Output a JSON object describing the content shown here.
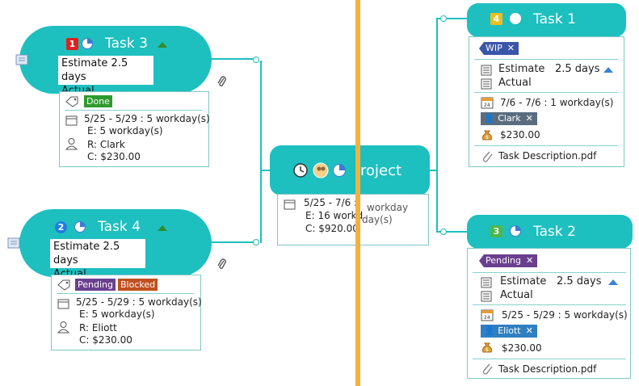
{
  "central": {
    "title": "roject",
    "dates": "5/25 - 7/6 :",
    "estimate": "E: 16 workd",
    "cost": "C: $920.00",
    "behind_1": "workday",
    "behind_2": "day(s)"
  },
  "task3": {
    "badge": "1",
    "badge_color": "#e02020",
    "title": "Task 3",
    "estimate": "Estimate  2.5 days",
    "actual": "Actual",
    "tags": [
      "Done"
    ],
    "dates": "5/25 - 5/29 : 5 workday(s)",
    "effort": "E: 5 workday(s)",
    "resource": "R: Clark",
    "cost": "C: $230.00"
  },
  "task4": {
    "badge": "2",
    "badge_color": "#1e7ee0",
    "title": "Task 4",
    "estimate": "Estimate  2.5 days",
    "actual": "Actual",
    "tags": [
      "Pending",
      "Blocked"
    ],
    "dates": "5/25 - 5/29 : 5 workday(s)",
    "effort": "E: 5 workday(s)",
    "resource": "R: Eliott",
    "cost": "C: $230.00"
  },
  "task1": {
    "badge": "4",
    "badge_color": "#e8c020",
    "title": "Task 1",
    "tag": "WIP",
    "estimate_label": "Estimate",
    "estimate_value": "2.5 days",
    "actual": "Actual",
    "dates": "7/6 - 7/6 : 1 workday(s)",
    "resource": "Clark",
    "cost": "$230.00",
    "attachment": "Task Description.pdf"
  },
  "task2": {
    "badge": "3",
    "badge_color": "#4cb84c",
    "title": "Task 2",
    "tag": "Pending",
    "estimate_label": "Estimate",
    "estimate_value": "2.5 days",
    "actual": "Actual",
    "dates": "5/25 - 5/29 : 5 workday(s)",
    "resource": "Eliott",
    "cost": "$230.00",
    "attachment": "Task Description.pdf"
  },
  "colors": {
    "topic": "#1ebfbf",
    "done": "#2e9a2e",
    "pending": "#6b3f8e",
    "blocked": "#c0501e",
    "wip": "#3a56a8",
    "resource_chip_clark": "#5a6d7e",
    "resource_chip_eliott": "#2f7fc1",
    "divider": "#f5b13a"
  }
}
